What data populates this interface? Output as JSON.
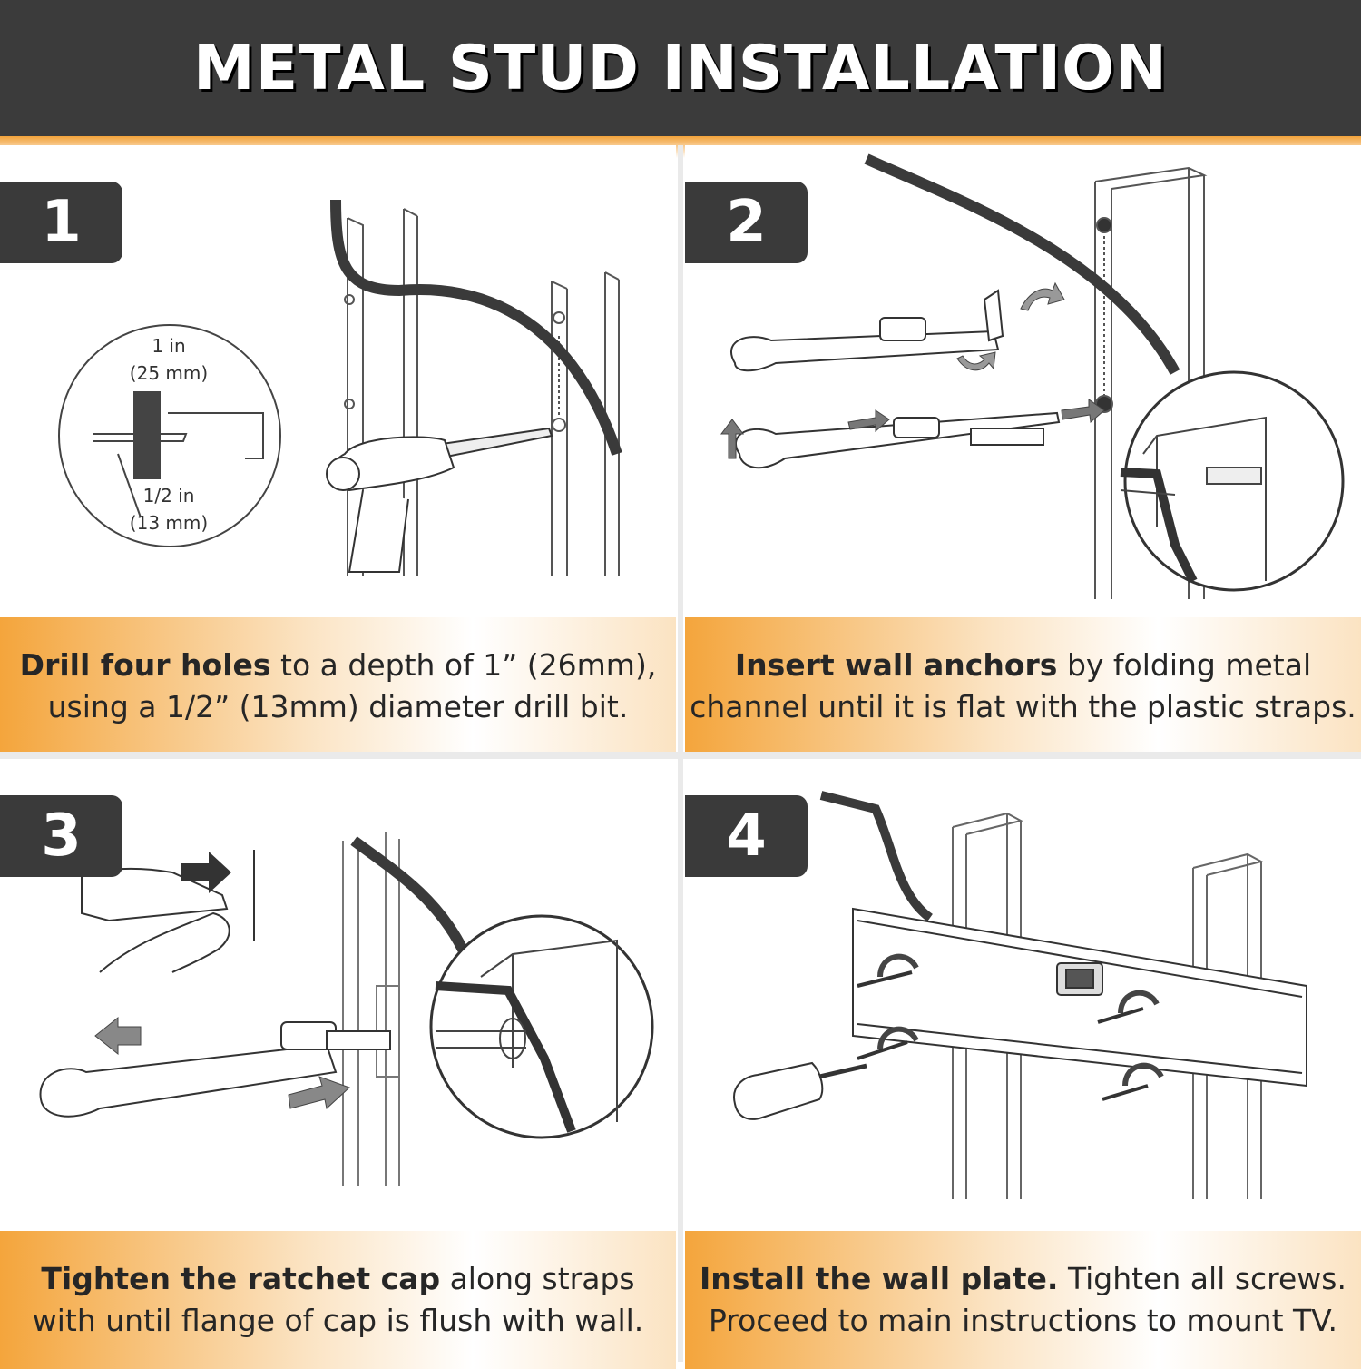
{
  "header": {
    "title": "METAL STUD INSTALLATION"
  },
  "steps": [
    {
      "number": "1",
      "caption_bold": "Drill four holes",
      "caption_rest_1": " to a depth of 1” (26mm),",
      "caption_line2": "using a 1/2” (13mm) diameter drill bit.",
      "callout_top_1": "1 in",
      "callout_top_2": "(25 mm)",
      "callout_bottom_1": "1/2 in",
      "callout_bottom_2": "(13 mm)"
    },
    {
      "number": "2",
      "caption_bold": "Insert wall anchors",
      "caption_rest_1": " by folding metal",
      "caption_line2": "channel until it is flat with the plastic straps."
    },
    {
      "number": "3",
      "caption_bold": "Tighten the ratchet cap",
      "caption_rest_1": " along straps",
      "caption_line2": "with until flange of cap is flush with wall."
    },
    {
      "number": "4",
      "caption_bold": "Install the wall plate.",
      "caption_rest_1": " Tighten all screws.",
      "caption_line2": "Proceed to main instructions to mount TV."
    }
  ],
  "icons": [
    "drill-icon",
    "metal-stud-icon",
    "wall-anchor-icon",
    "screwdriver-icon",
    "wall-plate-icon",
    "arrow-icon",
    "rotate-arrow-icon"
  ],
  "colors": {
    "header_bg": "#3b3b3b",
    "accent": "#f4a53c",
    "badge_bg": "#3a3a3a"
  }
}
